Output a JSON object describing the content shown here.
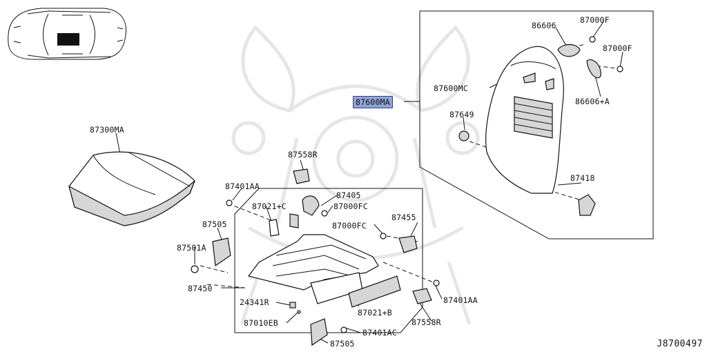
{
  "diagram_code": "J8700497",
  "highlighted_label": "87600MA",
  "callouts": {
    "c87300ma": "87300MA",
    "c87600ma": "87600MA",
    "c87600mc": "87600MC",
    "c86606": "86606",
    "c87000f_top": "87000F",
    "c87000f_mid": "87000F",
    "c86606a": "86606+A",
    "c87649": "87649",
    "c87418": "87418",
    "c87558r_top": "87558R",
    "c87401aa_left": "87401AA",
    "c87405": "87405",
    "c87021c": "87021+C",
    "c87000fc_1": "87000FC",
    "c87000fc_2": "87000FC",
    "c87455": "87455",
    "c87505_top": "87505",
    "c87501a": "87501A",
    "c87450": "87450",
    "c24341r": "24341R",
    "c87010eb": "87010EB",
    "c87021b": "87021+B",
    "c87401aa_right": "87401AA",
    "c87558r_bottom": "87558R",
    "c87401ac": "87401AC",
    "c87505_bottom": "87505"
  },
  "colors": {
    "highlight_fill": "#8fa4d6",
    "line": "#111111",
    "watermark": "#e6e6e6"
  },
  "icons": [
    "car-locator-icon",
    "watermark-emblem-icon"
  ]
}
